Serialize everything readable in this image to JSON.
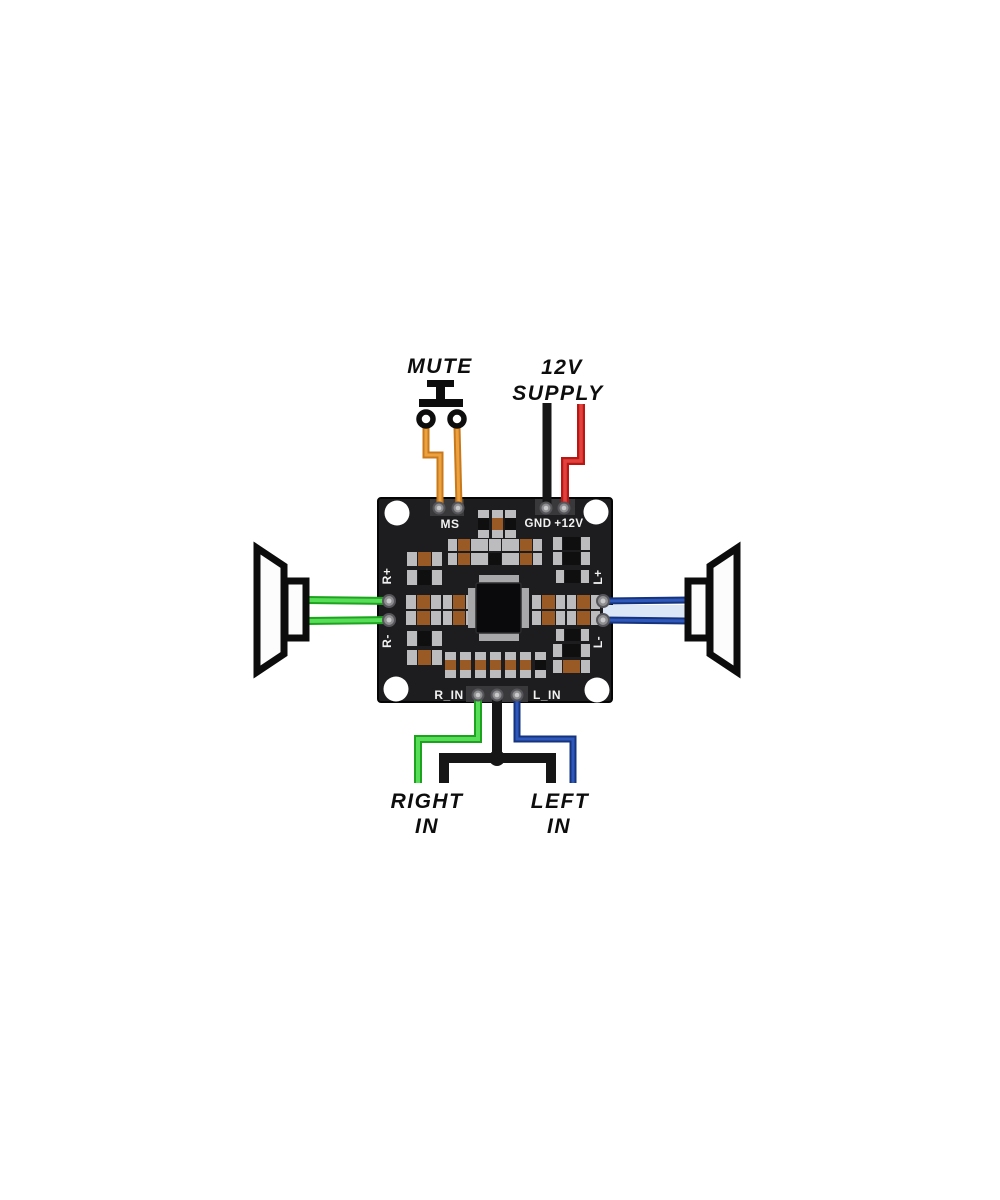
{
  "figure": {
    "type": "amplifier-board-wiring-diagram",
    "labels": {
      "mute": "MUTE",
      "supply": [
        "12V",
        "SUPPLY"
      ],
      "right_input": [
        "RIGHT",
        "IN"
      ],
      "left_input": [
        "LEFT",
        "IN"
      ]
    },
    "pcb": {
      "silkscreen": {
        "ms": "MS",
        "gnd": "GND",
        "plus_12v": "+12V",
        "r_plus": "R+",
        "r_minus": "R-",
        "l_plus": "L+",
        "l_minus": "L-",
        "r_in": "R_IN",
        "l_in": "L_IN"
      },
      "board_color": "#1d1d1f",
      "silkscreen_color": "#f2f2f2",
      "smd_brown": "#9a5a26",
      "smd_black": "#0f0f10",
      "pad_color": "#8f8f92"
    },
    "wire_colors": {
      "mute": "#c8791c",
      "supply_positive": "#b81713",
      "ground": "#161616",
      "right_channel": "#1da31d",
      "left_channel": "#16347e",
      "left_channel_glow": "#dbe7f6"
    },
    "background": "#ffffff"
  }
}
